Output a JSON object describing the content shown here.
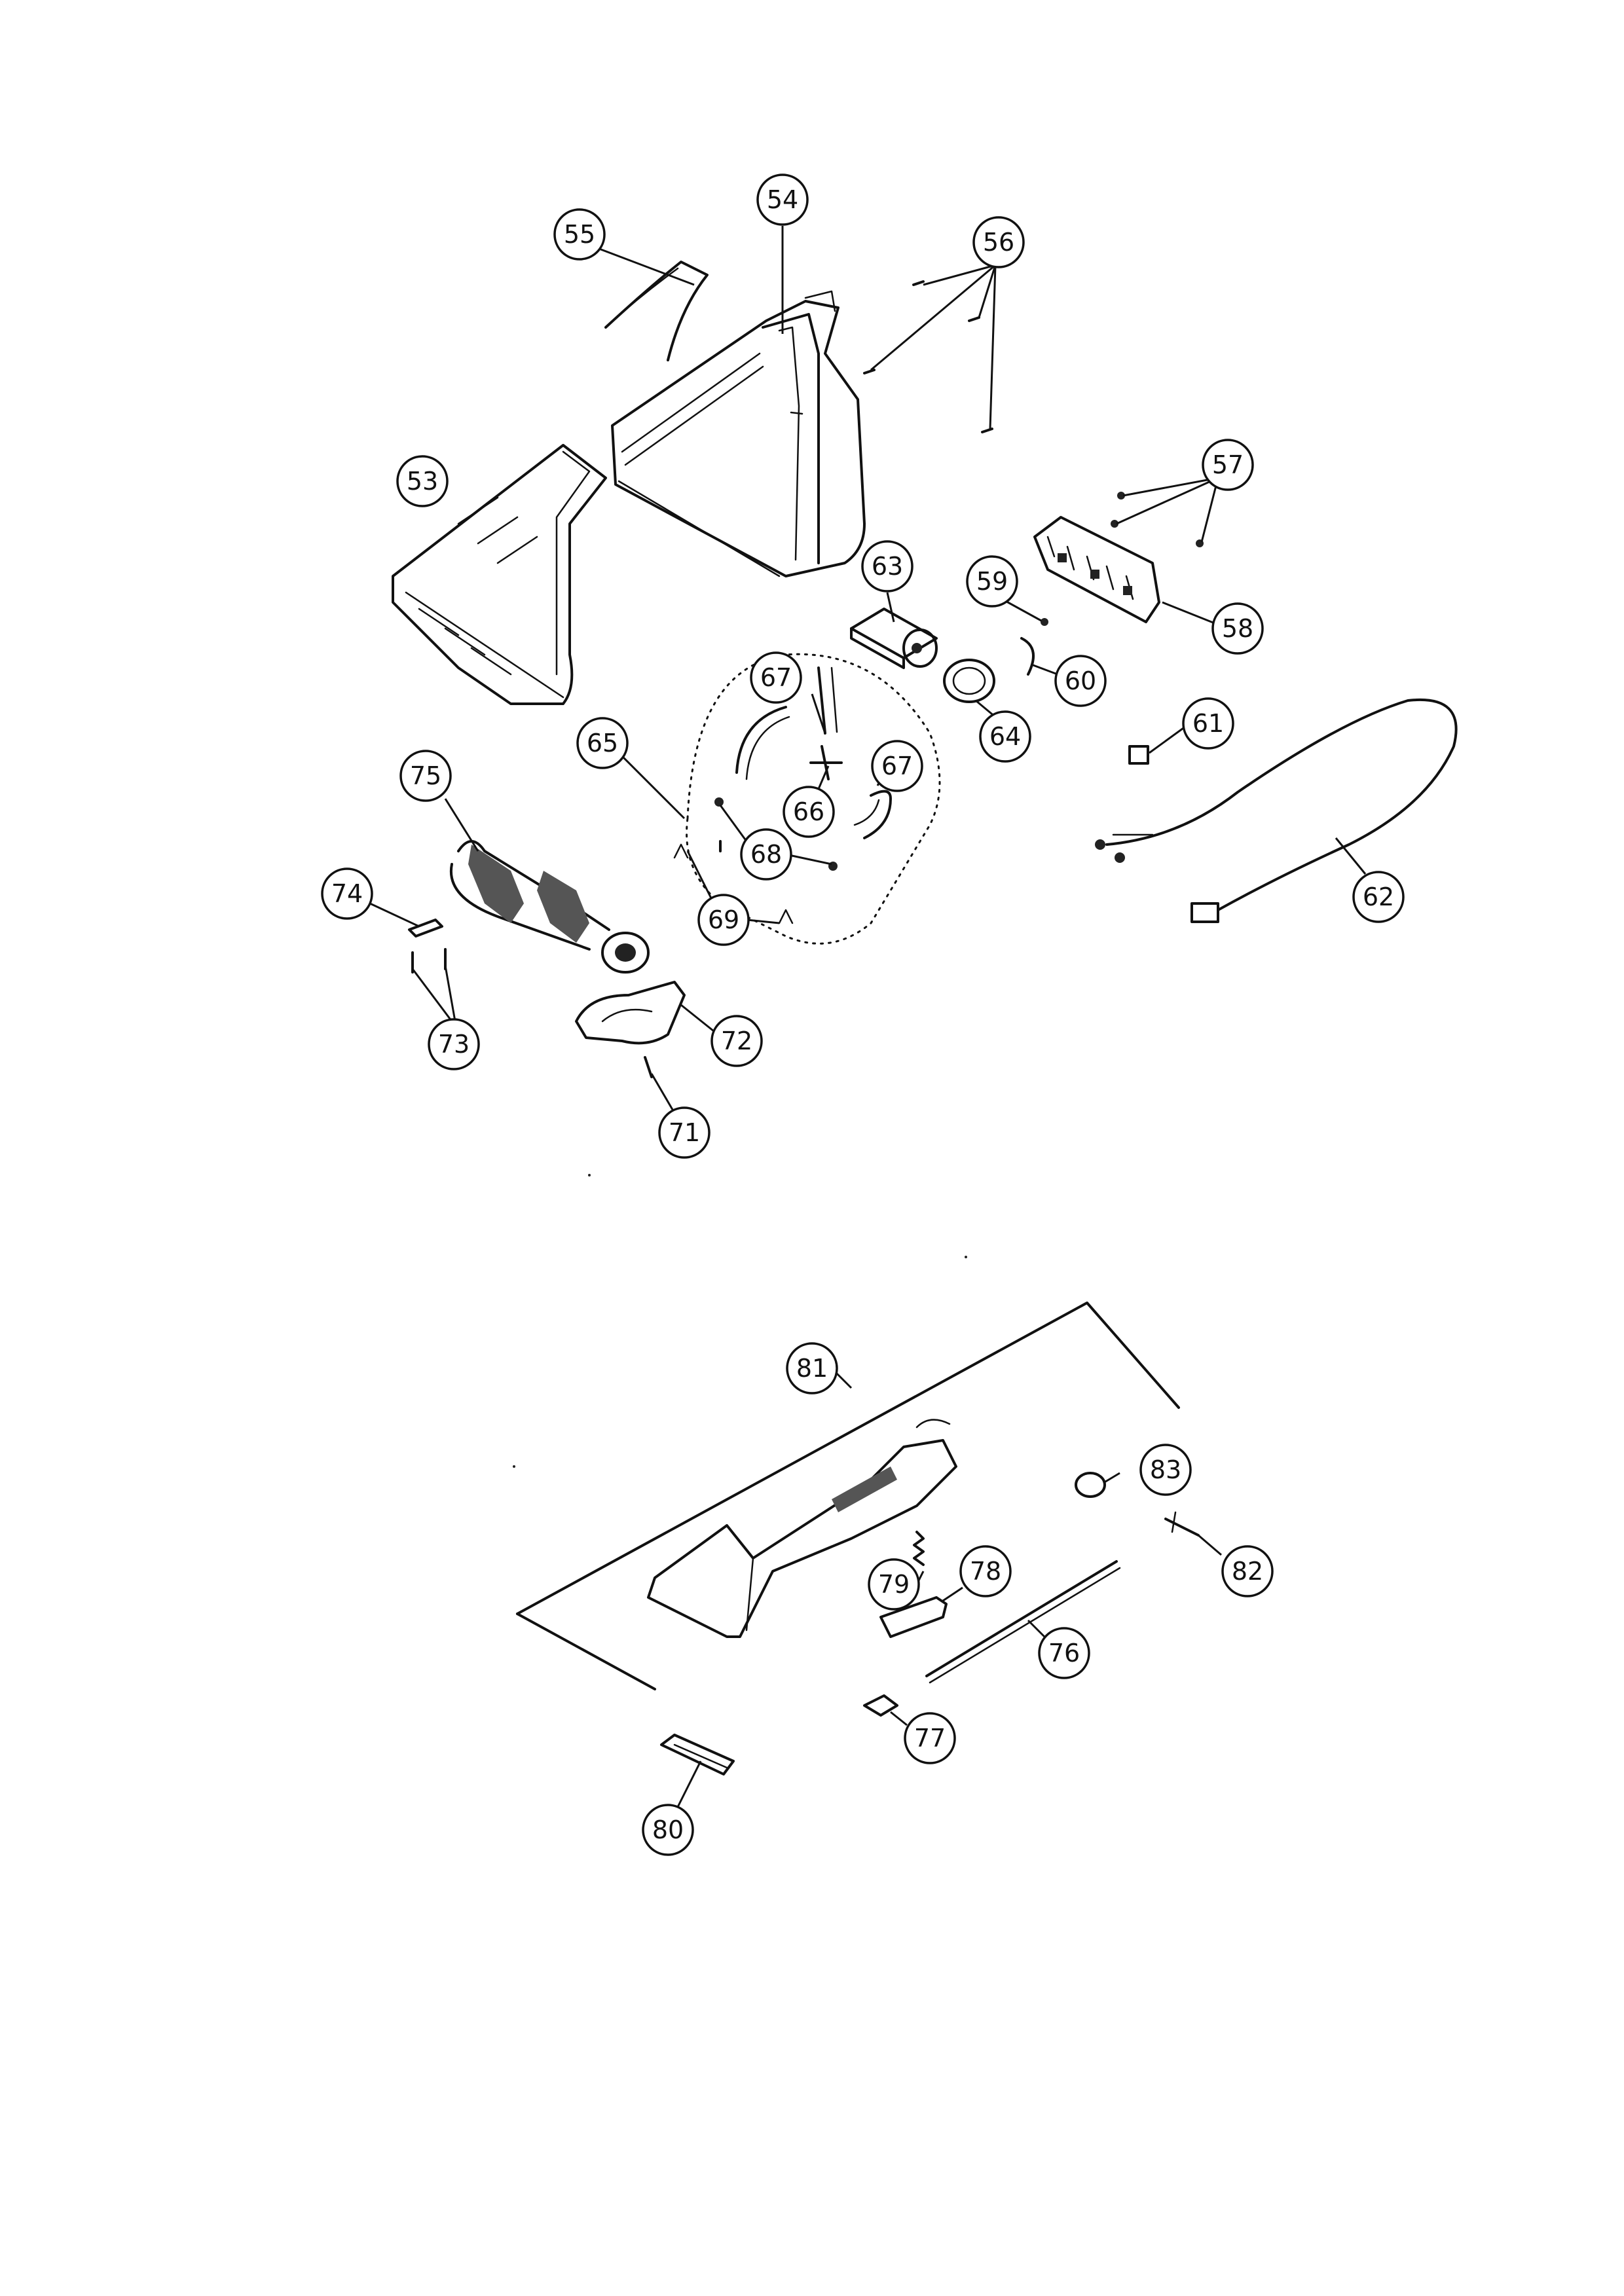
{
  "labels": {
    "p53": "53",
    "p54": "54",
    "p55": "55",
    "p56": "56",
    "p57": "57",
    "p58": "58",
    "p59": "59",
    "p60": "60",
    "p61": "61",
    "p62": "62",
    "p63": "63",
    "p64": "64",
    "p65": "65",
    "p66": "66",
    "p67a": "67",
    "p67b": "67",
    "p68": "68",
    "p69": "69",
    "p71": "71",
    "p72": "72",
    "p73": "73",
    "p74": "74",
    "p75": "75",
    "p76": "76",
    "p77": "77",
    "p78": "78",
    "p79": "79",
    "p80": "80",
    "p81": "81",
    "p82": "82",
    "p83": "83"
  },
  "colors": {
    "ink": "#111111",
    "paper": "#ffffff"
  }
}
